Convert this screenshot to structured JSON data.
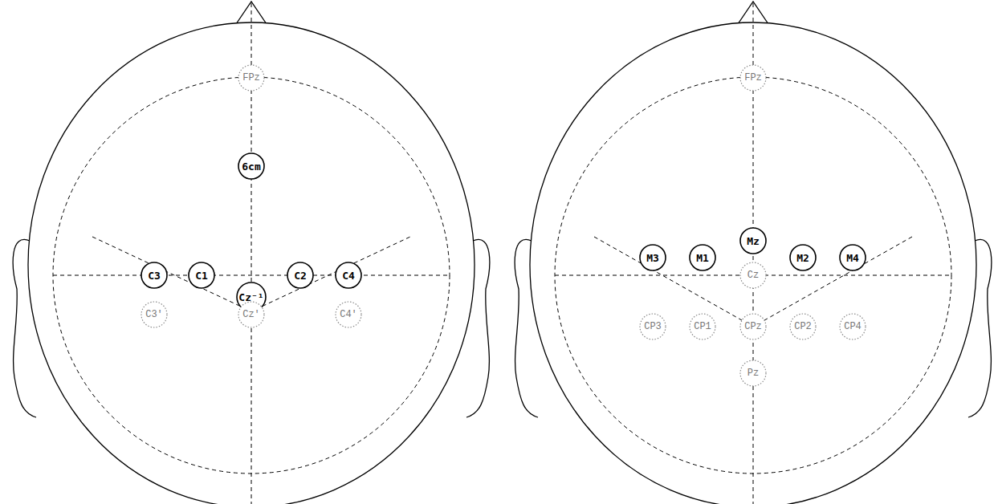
{
  "diagram": {
    "nodes": [
      {
        "text": [
          "FPz"
        ]
      },
      {
        "text": [
          "6cm"
        ]
      },
      {
        "text": [
          "C3"
        ]
      },
      {
        "text": [
          "C1"
        ]
      },
      {
        "text": [
          "Cz⁻¹"
        ]
      },
      {
        "text": [
          "C2"
        ]
      },
      {
        "text": [
          "C4"
        ]
      },
      {
        "text": [
          "C3'"
        ]
      },
      {
        "text": [
          "Cz'"
        ]
      },
      {
        "text": [
          "C4'"
        ]
      },
      {
        "text": [
          "FPz"
        ]
      },
      {
        "text": [
          "M3"
        ]
      },
      {
        "text": [
          "M1"
        ]
      },
      {
        "text": [
          "Mz"
        ]
      },
      {
        "text": [
          "M2"
        ]
      },
      {
        "text": [
          "M4"
        ]
      },
      {
        "text": [
          "Cz"
        ]
      },
      {
        "text": [
          "CP3"
        ]
      },
      {
        "text": [
          "CP1"
        ]
      },
      {
        "text": [
          "CPz"
        ]
      },
      {
        "text": [
          "CP2"
        ]
      },
      {
        "text": [
          "CP4"
        ]
      },
      {
        "text": [
          "Pz"
        ]
      }
    ]
  }
}
